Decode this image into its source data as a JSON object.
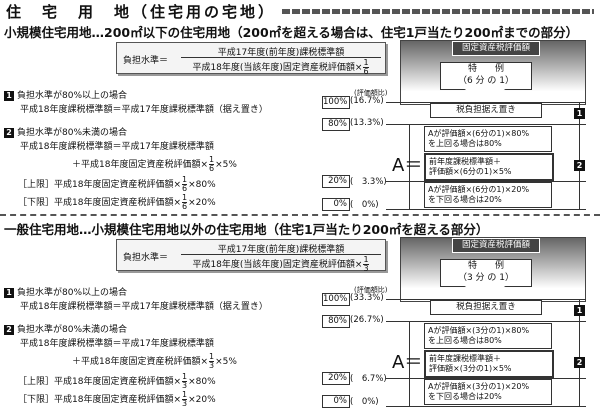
{
  "title": "住　宅　用　地（住宅用の宅地）",
  "sections": [
    {
      "heading": "小規模住宅用地…200㎡以下の住宅用地（200㎡を超える場合は、住宅1戸当たり200㎡までの部分）",
      "formula": {
        "label": "負担水準＝",
        "numerator": "平成17年度(前年度)課税標準額",
        "denominator": "平成18年度(当該年度)固定資産税評価額×",
        "frac_num": "1",
        "frac_den": "6"
      },
      "case1": {
        "num": "1",
        "title": "負担水準が80%以上の場合",
        "line": "平成18年度課税標準額＝平成17年度課税標準額（据え置き）"
      },
      "case2": {
        "num": "2",
        "title": "負担水準が80%未満の場合",
        "line1": "平成18年度課税標準額＝平成17年度課税標準額",
        "line2_a": "＋平成18年度固定資産税評価額×",
        "line2_b": "×5%",
        "upper_a": "［上限］平成18年度固定資産税評価額×",
        "upper_b": "×80%",
        "lower_a": "［下限］平成18年度固定資産税評価額×",
        "lower_b": "×20%",
        "frac_num": "1",
        "frac_den": "6"
      },
      "panel": {
        "head": "固定資産税評価額",
        "tokurei_1": "特　　例",
        "tokurei_2": "（6 分 の 1）",
        "reduce_btn": "税負担据え置き",
        "eval_ratio": "(評価額比)",
        "p100": "100%",
        "p100b": "(16.7%)",
        "p80": "80%",
        "p80b": "(13.3%)",
        "p20": "20%",
        "p20b": "(　3.3%)",
        "p0": "0%",
        "p0b": "(　0%)",
        "A": "A＝",
        "boxA1": [
          "Aが評価額×(6分の1)×80%",
          "を上回る場合は80%"
        ],
        "boxA2": [
          "前年度課税標準額＋",
          "評価額×(6分の1)×5%"
        ],
        "boxA3": [
          "Aが評価額×(6分の1)×20%",
          "を下回る場合は20%"
        ],
        "m1": "1",
        "m2": "2"
      }
    },
    {
      "heading": "一般住宅用地…小規模住宅用地以外の住宅用地（住宅1戸当たり200㎡を超える部分）",
      "formula": {
        "label": "負担水準＝",
        "numerator": "平成17年度(前年度)課税標準額",
        "denominator": "平成18年度(当該年度)固定資産税評価額×",
        "frac_num": "1",
        "frac_den": "3"
      },
      "case1": {
        "num": "1",
        "title": "負担水準が80%以上の場合",
        "line": "平成18年度課税標準額＝平成17年度課税標準額（据え置き）"
      },
      "case2": {
        "num": "2",
        "title": "負担水準が80%未満の場合",
        "line1": "平成18年度課税標準額＝平成17年度課税標準額",
        "line2_a": "＋平成18年度固定資産税評価額×",
        "line2_b": "×5%",
        "upper_a": "［上限］平成18年度固定資産税評価額×",
        "upper_b": "×80%",
        "lower_a": "［下限］平成18年度固定資産税評価額×",
        "lower_b": "×20%",
        "frac_num": "1",
        "frac_den": "3"
      },
      "panel": {
        "head": "固定資産税評価額",
        "tokurei_1": "特　　例",
        "tokurei_2": "（3 分 の 1）",
        "reduce_btn": "税負担据え置き",
        "eval_ratio": "(評価額比)",
        "p100": "100%",
        "p100b": "(33.3%)",
        "p80": "80%",
        "p80b": "(26.7%)",
        "p20": "20%",
        "p20b": "(　6.7%)",
        "p0": "0%",
        "p0b": "(　0%)",
        "A": "A＝",
        "boxA1": [
          "Aが評価額×(3分の1)×80%",
          "を上回る場合は80%"
        ],
        "boxA2": [
          "前年度課税標準額＋",
          "評価額×(3分の1)×5%"
        ],
        "boxA3": [
          "Aが評価額×(3分の1)×20%",
          "を下回る場合は20%"
        ],
        "m1": "1",
        "m2": "2"
      }
    }
  ]
}
